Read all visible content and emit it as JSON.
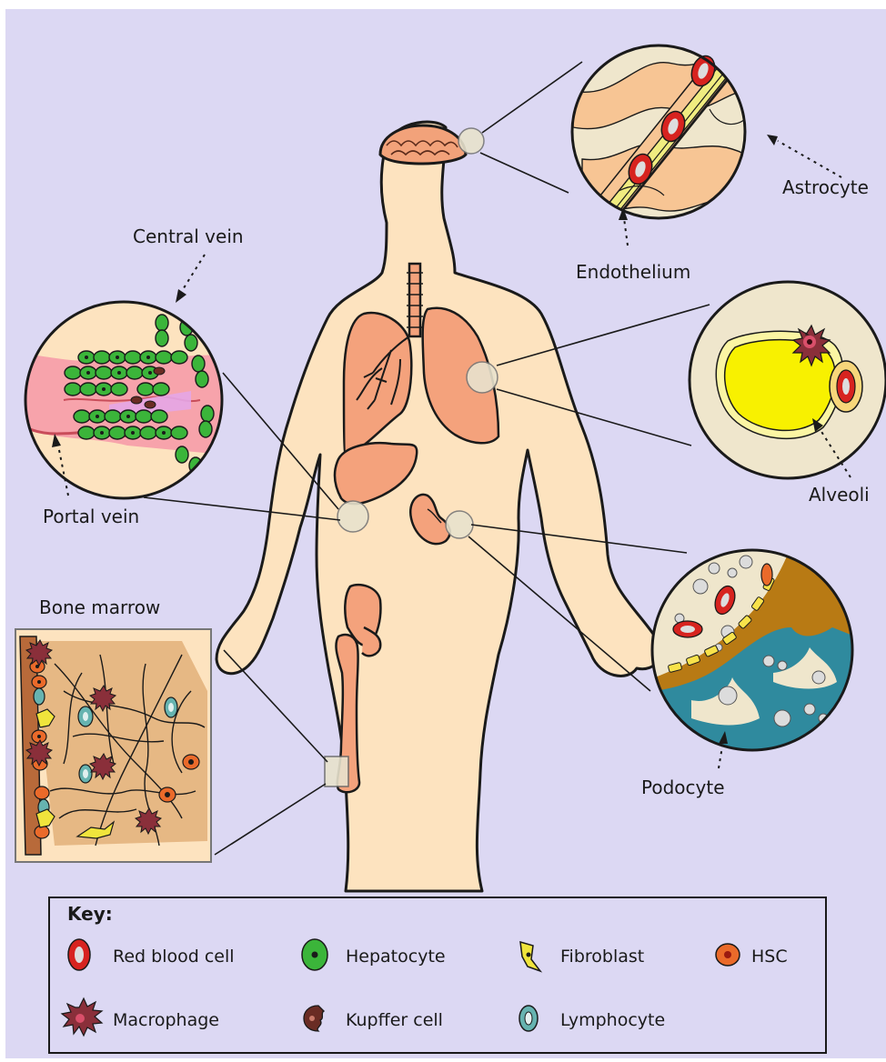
{
  "labels": {
    "central_vein": "Central vein",
    "portal_vein": "Portal vein",
    "bone_marrow": "Bone marrow",
    "astrocyte": "Astrocyte",
    "endothelium": "Endothelium",
    "alveoli": "Alveoli",
    "podocyte": "Podocyte"
  },
  "key": {
    "title": "Key:",
    "items": [
      {
        "label": "Red blood cell",
        "icon": "red-blood-cell-icon"
      },
      {
        "label": "Hepatocyte",
        "icon": "hepatocyte-icon"
      },
      {
        "label": "Fibroblast",
        "icon": "fibroblast-icon"
      },
      {
        "label": "HSC",
        "icon": "hsc-icon"
      },
      {
        "label": "Macrophage",
        "icon": "macrophage-icon"
      },
      {
        "label": "Kupffer cell",
        "icon": "kupffer-cell-icon"
      },
      {
        "label": "Lymphocyte",
        "icon": "lymphocyte-icon"
      }
    ]
  },
  "colors": {
    "background": "#dcd8f3",
    "skin": "#fde3bf",
    "organ": "#f7a77d",
    "red_cell": "#d7231f",
    "hepatocyte": "#3bb53a",
    "fibroblast": "#f0e43c",
    "hsc": "#ea6a2a",
    "lymphocyte": "#66b3b0",
    "macrophage": "#8a2f3a",
    "kupffer": "#6a2c24"
  }
}
